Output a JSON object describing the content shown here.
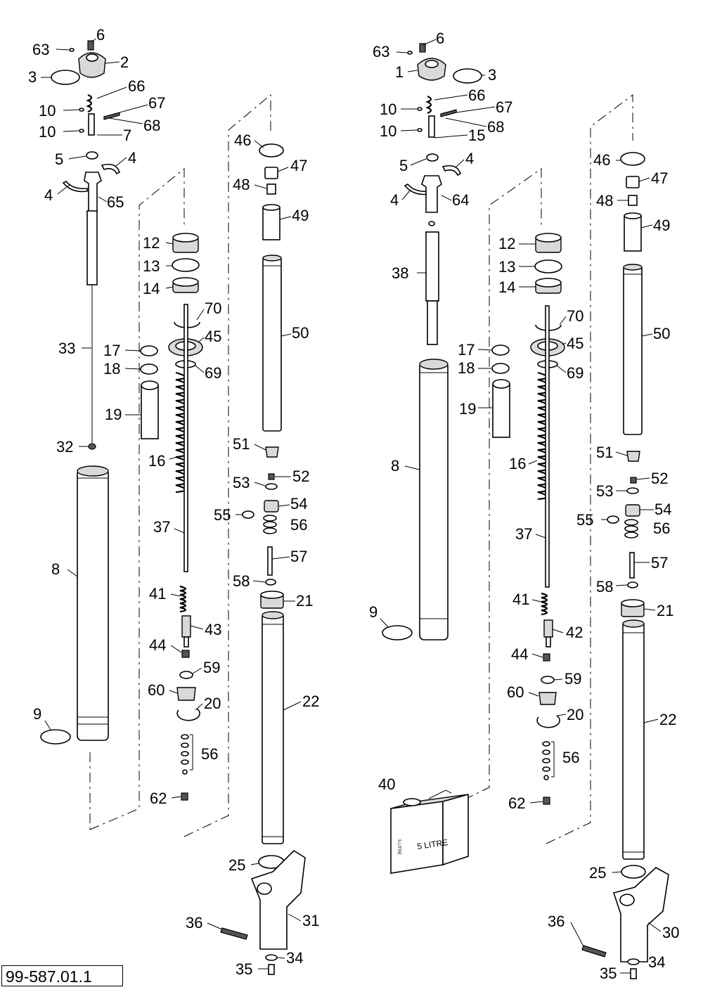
{
  "diagram": {
    "code": "99-587.01.1",
    "can_text": "5 LITRE",
    "can_side_text": "5 LITRE"
  },
  "callouts": {
    "L": [
      {
        "t": "63"
      },
      {
        "t": "6"
      },
      {
        "t": "2"
      },
      {
        "t": "3"
      },
      {
        "t": "66"
      },
      {
        "t": "10"
      },
      {
        "t": "67"
      },
      {
        "t": "68"
      },
      {
        "t": "10"
      },
      {
        "t": "7"
      },
      {
        "t": "5"
      },
      {
        "t": "4"
      },
      {
        "t": "4"
      },
      {
        "t": "65"
      },
      {
        "t": "12"
      },
      {
        "t": "13"
      },
      {
        "t": "14"
      },
      {
        "t": "70"
      },
      {
        "t": "45"
      },
      {
        "t": "69"
      },
      {
        "t": "33"
      },
      {
        "t": "17"
      },
      {
        "t": "18"
      },
      {
        "t": "19"
      },
      {
        "t": "32"
      },
      {
        "t": "16"
      },
      {
        "t": "8"
      },
      {
        "t": "37"
      },
      {
        "t": "41"
      },
      {
        "t": "43"
      },
      {
        "t": "44"
      },
      {
        "t": "59"
      },
      {
        "t": "60"
      },
      {
        "t": "20"
      },
      {
        "t": "9"
      },
      {
        "t": "56"
      },
      {
        "t": "62"
      },
      {
        "t": "46"
      },
      {
        "t": "47"
      },
      {
        "t": "48"
      },
      {
        "t": "49"
      },
      {
        "t": "50"
      },
      {
        "t": "51"
      },
      {
        "t": "52"
      },
      {
        "t": "53"
      },
      {
        "t": "54"
      },
      {
        "t": "55"
      },
      {
        "t": "56"
      },
      {
        "t": "57"
      },
      {
        "t": "58"
      },
      {
        "t": "21"
      },
      {
        "t": "22"
      },
      {
        "t": "25"
      },
      {
        "t": "31"
      },
      {
        "t": "36"
      },
      {
        "t": "34"
      },
      {
        "t": "35"
      }
    ],
    "R": [
      {
        "t": "63"
      },
      {
        "t": "6"
      },
      {
        "t": "1"
      },
      {
        "t": "3"
      },
      {
        "t": "66"
      },
      {
        "t": "10"
      },
      {
        "t": "67"
      },
      {
        "t": "68"
      },
      {
        "t": "10"
      },
      {
        "t": "15"
      },
      {
        "t": "5"
      },
      {
        "t": "4"
      },
      {
        "t": "4"
      },
      {
        "t": "64"
      },
      {
        "t": "38"
      },
      {
        "t": "12"
      },
      {
        "t": "13"
      },
      {
        "t": "14"
      },
      {
        "t": "70"
      },
      {
        "t": "45"
      },
      {
        "t": "69"
      },
      {
        "t": "17"
      },
      {
        "t": "18"
      },
      {
        "t": "19"
      },
      {
        "t": "8"
      },
      {
        "t": "16"
      },
      {
        "t": "37"
      },
      {
        "t": "41"
      },
      {
        "t": "42"
      },
      {
        "t": "44"
      },
      {
        "t": "59"
      },
      {
        "t": "60"
      },
      {
        "t": "20"
      },
      {
        "t": "56"
      },
      {
        "t": "62"
      },
      {
        "t": "9"
      },
      {
        "t": "40"
      },
      {
        "t": "46"
      },
      {
        "t": "47"
      },
      {
        "t": "48"
      },
      {
        "t": "49"
      },
      {
        "t": "50"
      },
      {
        "t": "51"
      },
      {
        "t": "52"
      },
      {
        "t": "53"
      },
      {
        "t": "54"
      },
      {
        "t": "55"
      },
      {
        "t": "56"
      },
      {
        "t": "57"
      },
      {
        "t": "58"
      },
      {
        "t": "21"
      },
      {
        "t": "22"
      },
      {
        "t": "25"
      },
      {
        "t": "30"
      },
      {
        "t": "36"
      },
      {
        "t": "34"
      },
      {
        "t": "35"
      }
    ]
  }
}
